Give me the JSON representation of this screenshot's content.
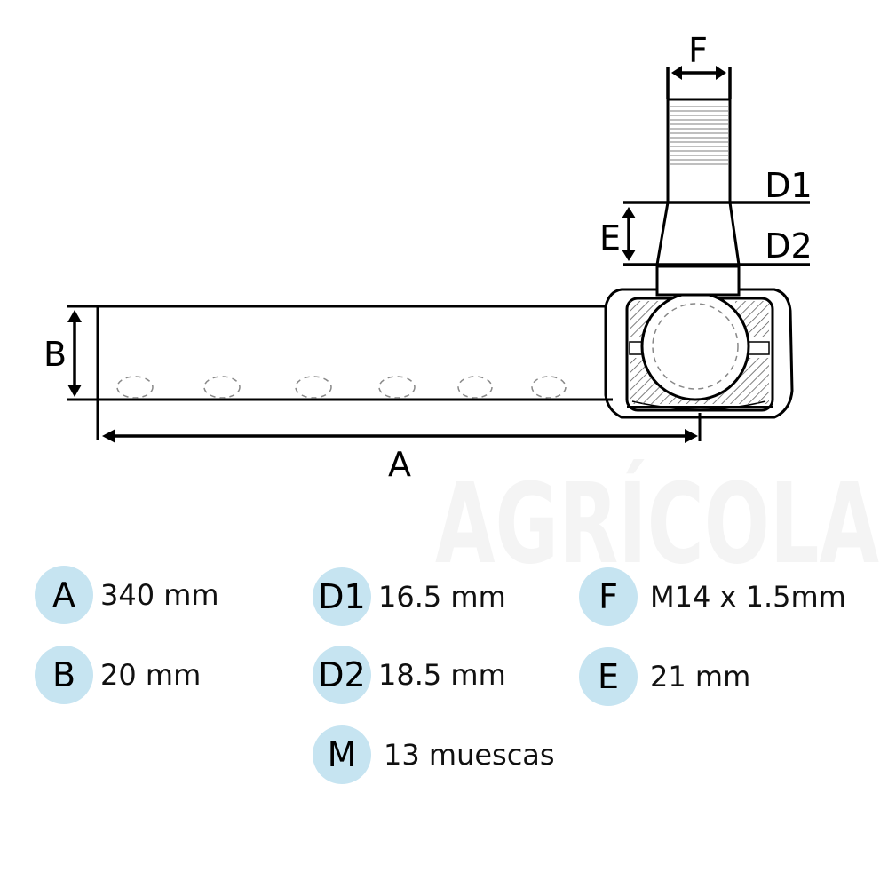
{
  "watermark": "AGRÍCOLA",
  "diagram_labels": {
    "F": "F",
    "D1": "D1",
    "D2": "D2",
    "E": "E",
    "B": "B",
    "A": "A"
  },
  "specs": [
    {
      "key": "A",
      "value": "340 mm"
    },
    {
      "key": "B",
      "value": "20 mm"
    },
    {
      "key": "D1",
      "value": "16.5 mm"
    },
    {
      "key": "D2",
      "value": "18.5 mm"
    },
    {
      "key": "M",
      "value": "13 muescas"
    },
    {
      "key": "F",
      "value": "M14 x 1.5mm"
    },
    {
      "key": "E",
      "value": "21 mm"
    }
  ],
  "colors": {
    "badge": "#c6e4f1"
  }
}
